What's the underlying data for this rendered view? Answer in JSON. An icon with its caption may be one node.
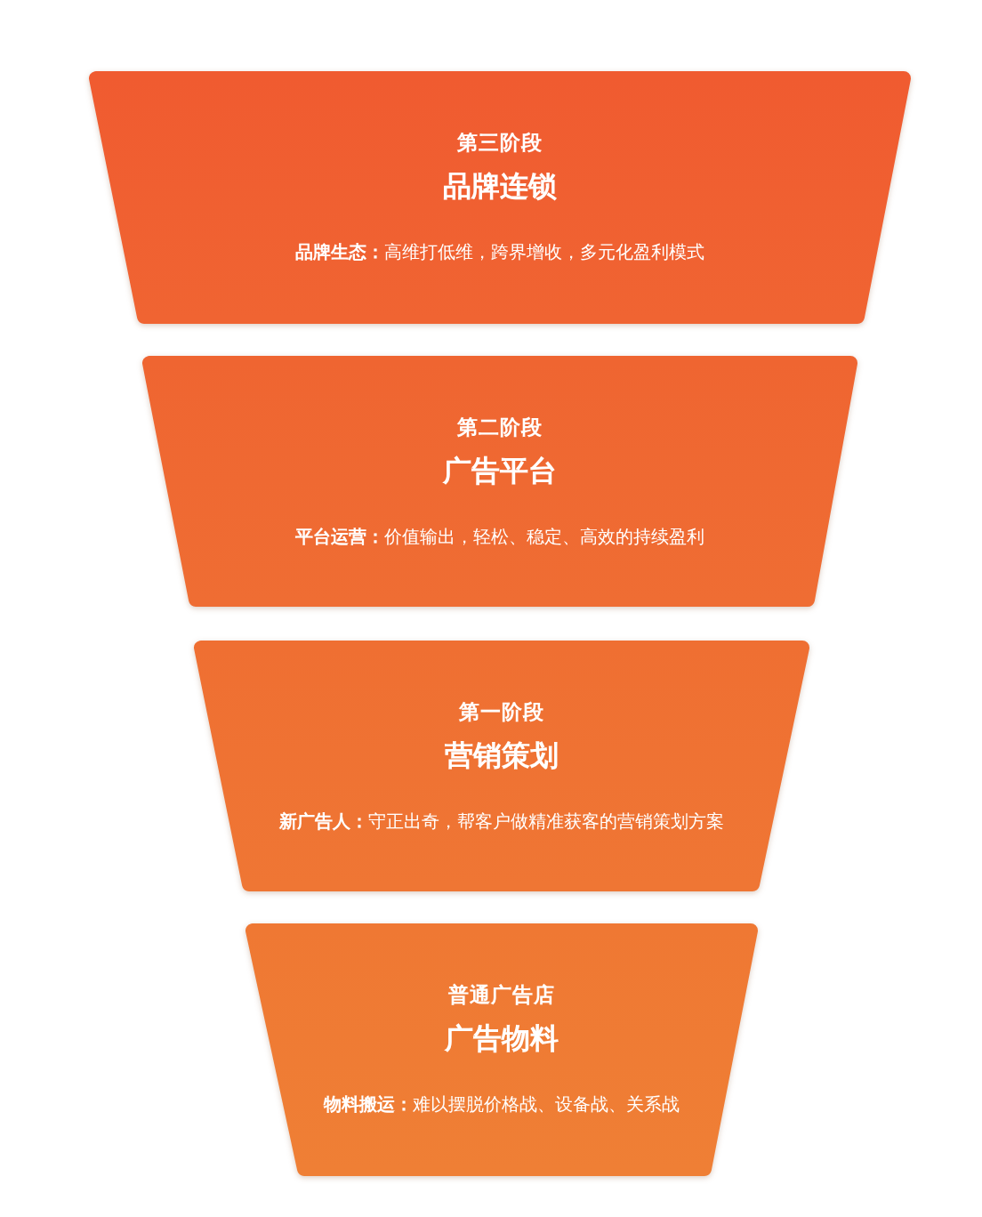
{
  "diagram": {
    "nodes": [
      {
        "text": [
          "第三阶段",
          "品牌连锁",
          "**品牌生态：**高维打低维，跨界增收，多元化盈利模式"
        ]
      },
      {
        "text": [
          "第二阶段",
          "广告平台",
          "**平台运营：**价值输出，轻松、稳定、高效的持续盈利"
        ]
      },
      {
        "text": [
          "第一阶段",
          "营销策划",
          "**新广告人：**守正出奇，帮客户做精准获客的营销策划方案"
        ]
      },
      {
        "text": [
          "普通广告店",
          "广告物料",
          "**物料搬运：**难以摆脱价格战、设备战、关系战"
        ]
      }
    ]
  }
}
